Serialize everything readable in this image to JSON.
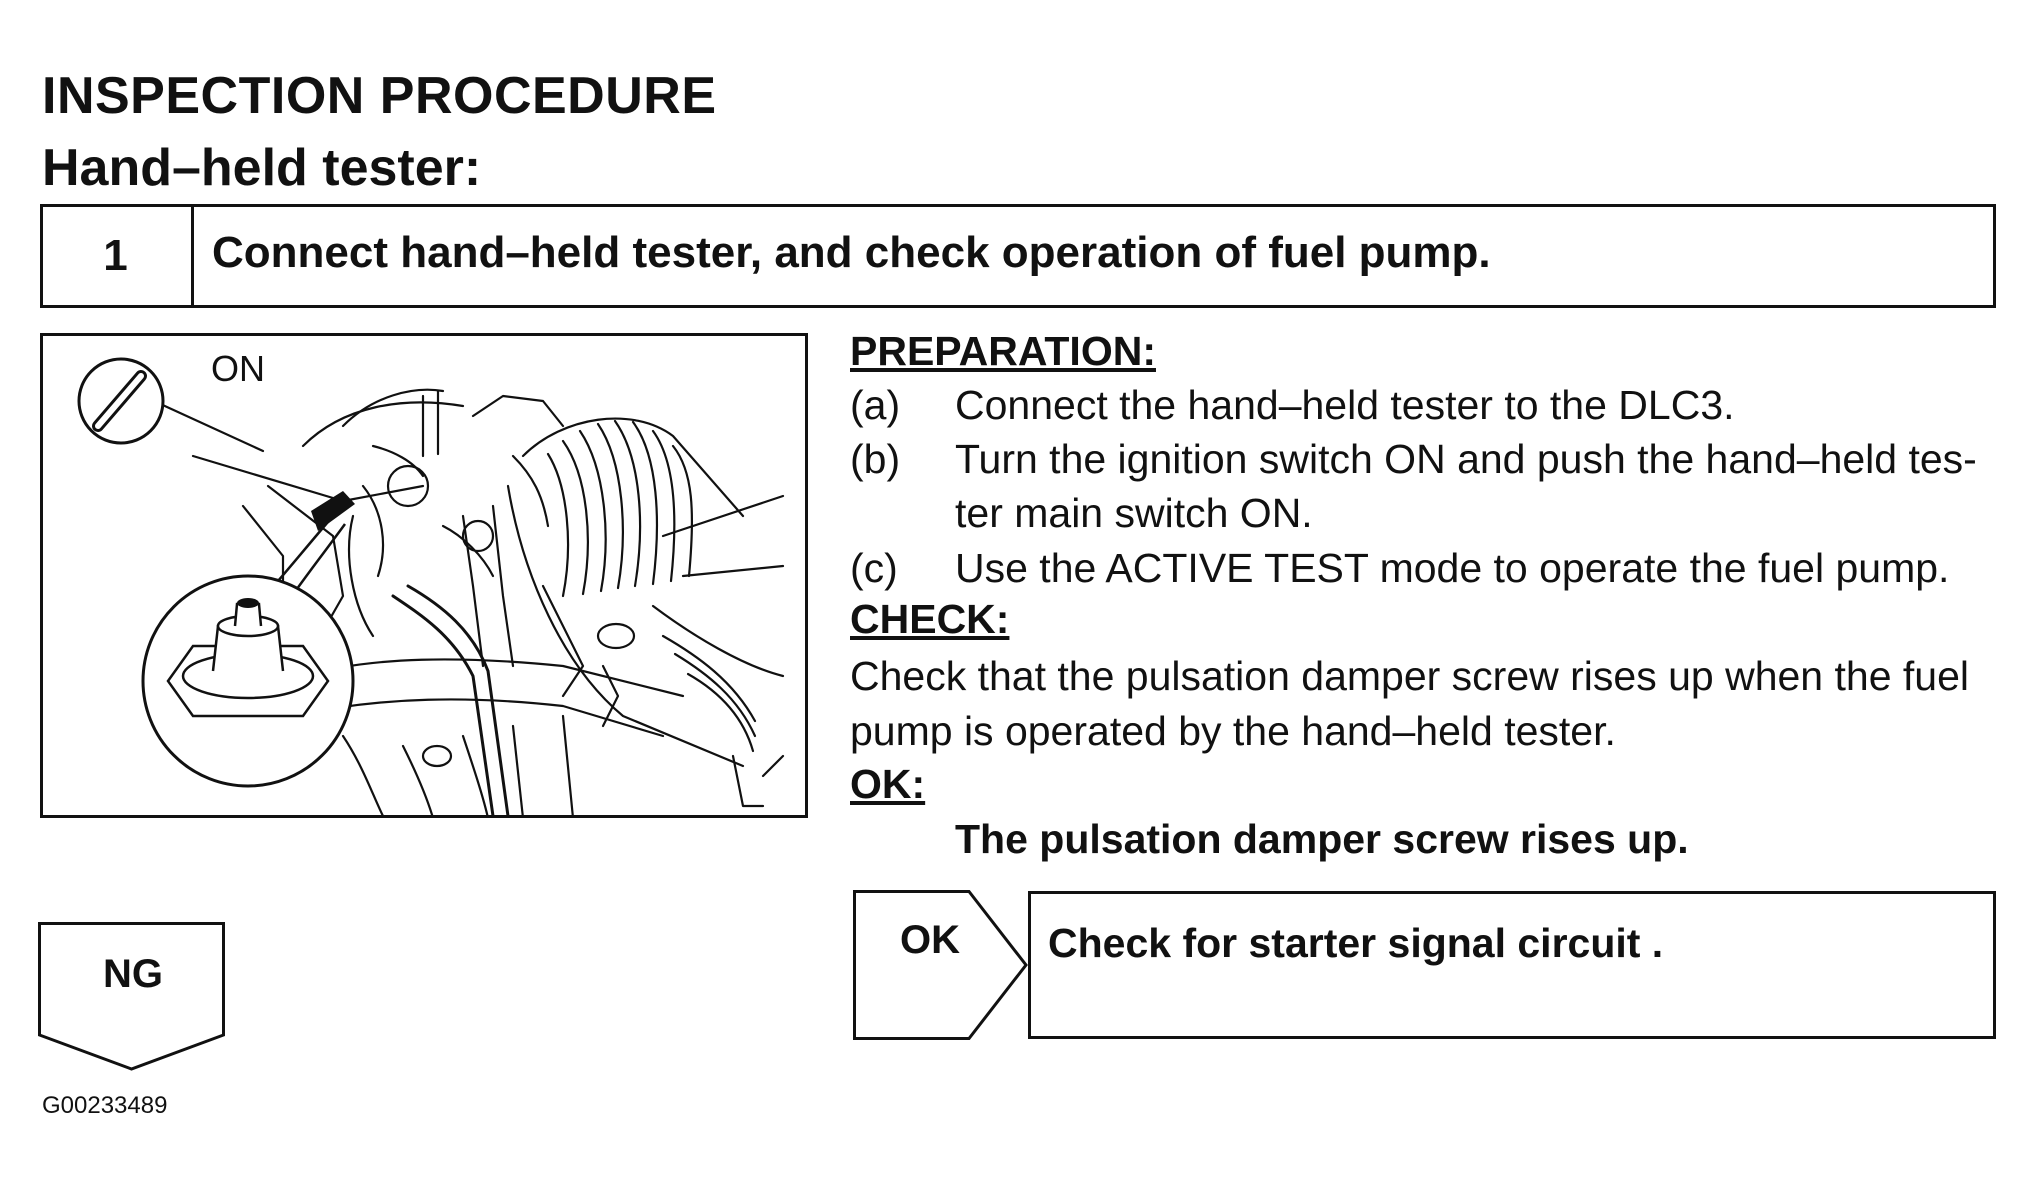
{
  "heading": "INSPECTION PROCEDURE",
  "subheading": "Hand–held tester:",
  "step": {
    "number": "1",
    "title": "Connect hand–held tester, and check operation of fuel pump."
  },
  "illustration": {
    "ignition_label": "ON",
    "icons": [
      "ignition-key-icon",
      "pulsation-damper-icon",
      "engine-drawing"
    ]
  },
  "preparation": {
    "heading": "PREPARATION:",
    "items": [
      {
        "label": "(a)",
        "lines": [
          "Connect the hand–held tester to the DLC3."
        ]
      },
      {
        "label": "(b)",
        "lines": [
          "Turn the ignition switch ON and push the hand–held tes-",
          "ter main switch ON."
        ]
      },
      {
        "label": "(c)",
        "lines": [
          "Use the ACTIVE TEST mode to operate the fuel pump."
        ]
      }
    ]
  },
  "check": {
    "heading": "CHECK:",
    "lines": [
      "Check that the pulsation damper screw rises up when the fuel",
      "pump is operated by the hand–held tester."
    ]
  },
  "ok_spec": {
    "heading": "OK:",
    "text": "The pulsation damper screw rises up."
  },
  "ng_label": "NG",
  "ok_label": "OK",
  "ok_result": "Check for starter signal circuit .",
  "figure_id": "G00233489"
}
